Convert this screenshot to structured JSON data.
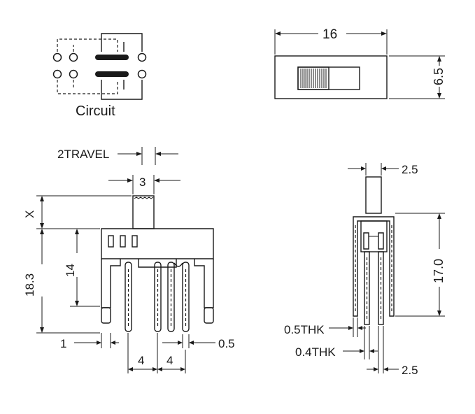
{
  "labels": {
    "circuit": "Circuit",
    "top_width": "16",
    "top_height": "6.5",
    "travel": "2TRAVEL",
    "actuator_width": "3",
    "actuator_height": "X",
    "body_height": "18.3",
    "pin_length": "14",
    "pin_width": "1",
    "pin_thickness": "0.5",
    "pitch_left": "4",
    "pitch_right": "4",
    "side_top_width": "2.5",
    "side_height": "17.0",
    "side_frame_thk": "0.5THK",
    "side_pin_thk": "0.4THK",
    "side_bottom_width": "2.5"
  },
  "colors": {
    "line": "#1a1a1a",
    "background": "#ffffff"
  }
}
